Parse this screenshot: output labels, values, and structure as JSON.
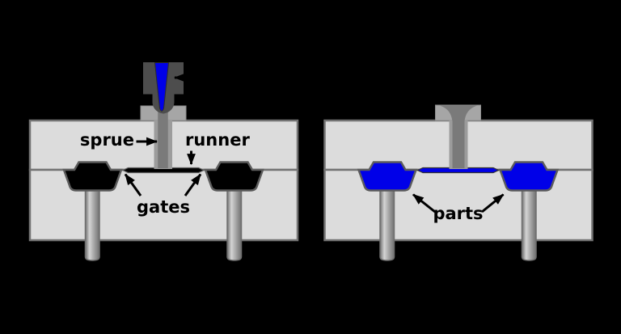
{
  "figure": {
    "description_left": "injection mold closed with nozzle, empty cavities",
    "description_right": "injection mold with molded parts filled"
  },
  "left_diagram": {
    "labels": {
      "sprue": "sprue",
      "runner": "runner",
      "gates": "gates"
    }
  },
  "right_diagram": {
    "labels": {
      "parts": "parts"
    }
  },
  "colors": {
    "background": "#000000",
    "plate": "#dcdcdc",
    "plate_border": "#737373",
    "nozzle": "#4d4d4d",
    "bushing": "#a6a6a6",
    "channel": "#7a7a7a",
    "channel_wall": "#9c9c9c",
    "melt": "#0000e8",
    "cavity": "#000000",
    "outline": "#5c5c5c",
    "label_text": "#000000",
    "pin_dark": "#707070",
    "pin_light": "#d4d4d4",
    "pin_mid": "#a8a8a8"
  }
}
